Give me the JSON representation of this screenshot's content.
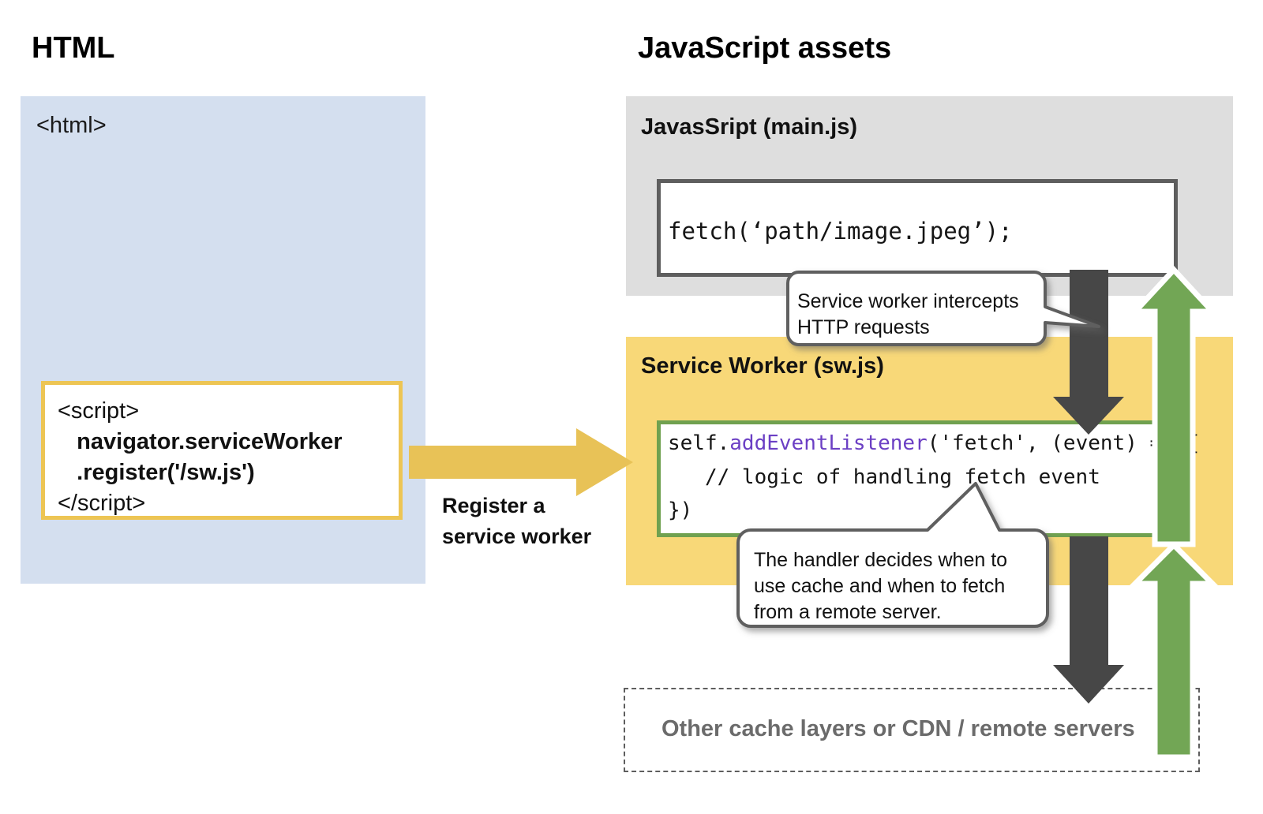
{
  "sections": {
    "html": {
      "title": "HTML",
      "panel_color": "#d4dfef",
      "root_tag": "<html>",
      "script_box": {
        "border_color": "#edc554",
        "lines": [
          "<script>",
          "   navigator.serviceWorker",
          "   .register('/sw.js')",
          "</script>"
        ]
      }
    },
    "javascript": {
      "title": "JavaScript assets",
      "main_js": {
        "heading": "JavasSript (main.js)",
        "panel_color": "#dedede",
        "code_box": {
          "border_color": "#5e5e5e",
          "code": "fetch(‘path/image.jpeg’);"
        }
      },
      "service_worker": {
        "heading": "Service Worker (sw.js)",
        "panel_color": "#f8d878",
        "code_box": {
          "border_color": "#70a150",
          "line1_prefix": "self.",
          "line1_fn": "addEventListener",
          "line1_suffix": "('fetch', (event) => {",
          "line2": "   // logic of handling fetch event",
          "line3": "})"
        }
      }
    }
  },
  "register_arrow": {
    "label": "Register a\nservice worker",
    "color": "#e8c257"
  },
  "callouts": [
    {
      "id": "intercept",
      "text": "Service worker intercepts\nHTTP requests"
    },
    {
      "id": "handler",
      "text": "The handler decides when to\nuse cache and when to fetch\nfrom a remote server."
    }
  ],
  "bottom_box": {
    "label": "Other cache layers or CDN / remote servers",
    "border_style": "dashed",
    "text_color": "#6b6b6b"
  },
  "flow_arrows": {
    "request_down_color": "#474747",
    "response_up_color": "#72a655"
  }
}
